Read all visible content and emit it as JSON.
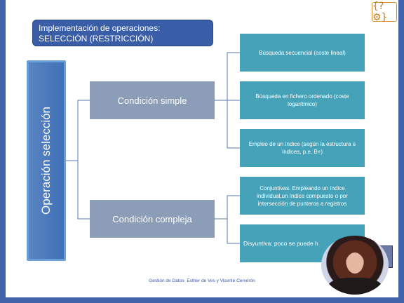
{
  "title": {
    "line1": "Implementación de operaciones:",
    "line2": "SELECCIÓN (RESTRICCIÓN)"
  },
  "logo_text": "{?⚙}",
  "root": {
    "label": "Operación selección"
  },
  "branches": [
    {
      "label": "Condición simple"
    },
    {
      "label": "Condición compleja"
    }
  ],
  "leaves": [
    {
      "text": "Búsqueda secuencial  (coste lineal)"
    },
    {
      "text": "Búsqueda en fichero ordenado (coste logarítmico)"
    },
    {
      "text": "Empleo de un índice (según la estructura e índices, p.e. B+)"
    },
    {
      "text": "Conjuntivas: Empleando un índice individual,un índice compuesto o por intersección de punteros a registros"
    },
    {
      "text": "Disyuntiva: poco se puede h"
    }
  ],
  "footer": "Gestión de Datos- Esther de Ves y Vicente Cerverón",
  "colors": {
    "frame": "#3f62a8",
    "title_box": "#3a5da7",
    "root_box": "#4a7bc0",
    "branch_box": "#8c9db8",
    "leaf_box": "#45a2b8",
    "footer_text": "#3b54a4"
  }
}
